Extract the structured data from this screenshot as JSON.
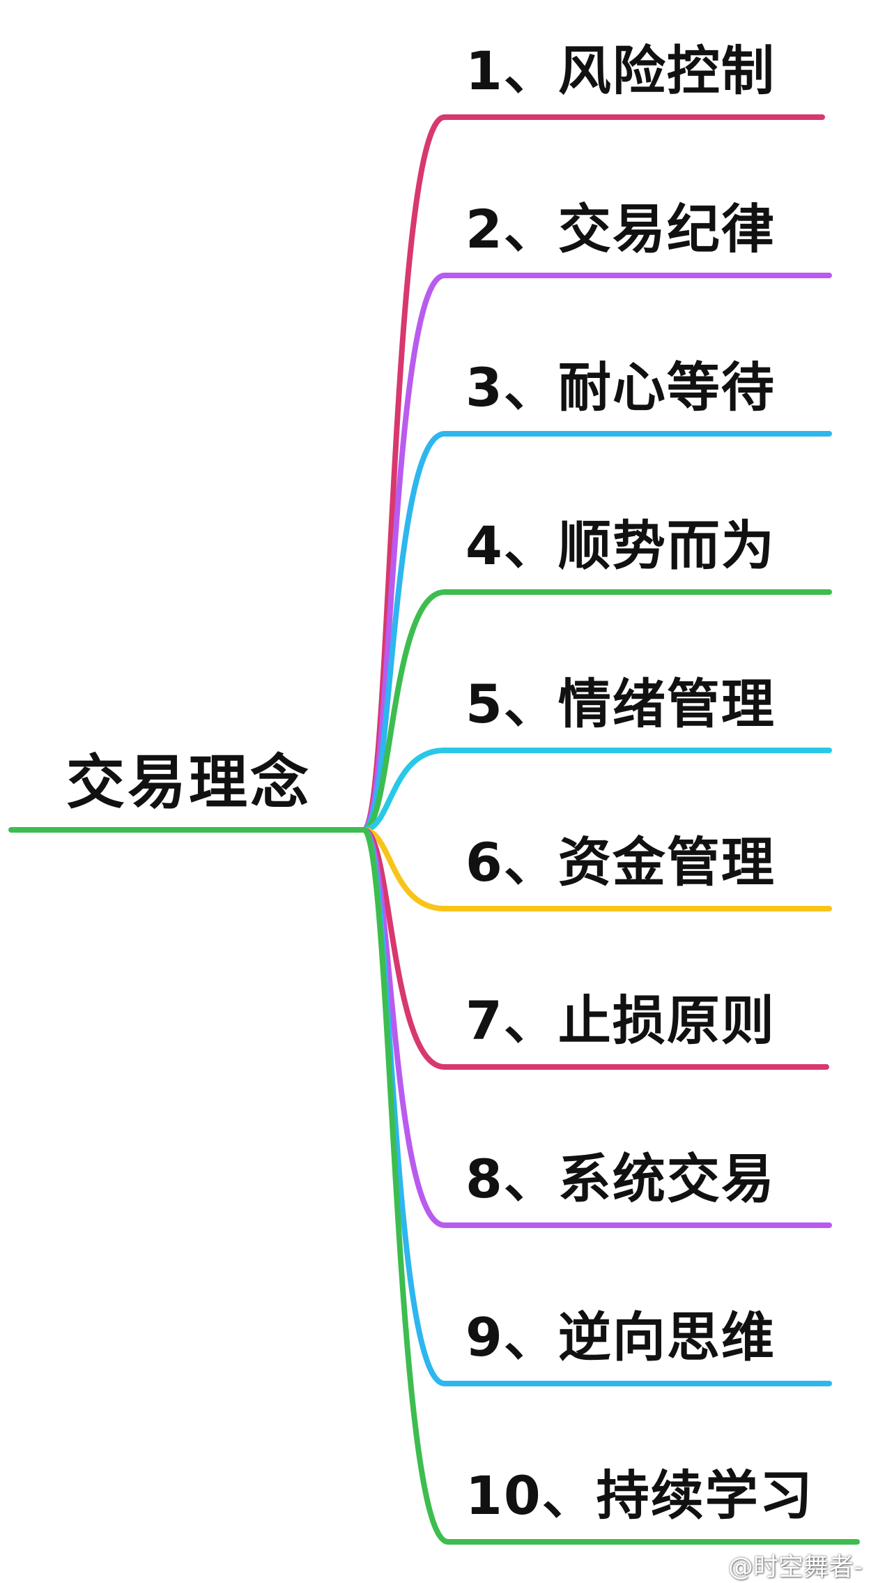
{
  "root": {
    "title": "交易理念",
    "color": "#3dbd4f"
  },
  "branches": [
    {
      "label": "1、风险控制",
      "color": "#d8386e"
    },
    {
      "label": "2、交易纪律",
      "color": "#b95bef"
    },
    {
      "label": "3、耐心等待",
      "color": "#2eb6ee"
    },
    {
      "label": "4、顺势而为",
      "color": "#3dbd4f"
    },
    {
      "label": "5、情绪管理",
      "color": "#28c8e6"
    },
    {
      "label": "6、资金管理",
      "color": "#f8c41a"
    },
    {
      "label": "7、止损原则",
      "color": "#d8386e"
    },
    {
      "label": "8、系统交易",
      "color": "#b95bef"
    },
    {
      "label": "9、逆向思维",
      "color": "#2eb6ee"
    },
    {
      "label": "10、持续学习",
      "color": "#3dbd4f"
    }
  ],
  "watermark": {
    "text": "@时空舞者-",
    "icon": "weibo-icon"
  }
}
